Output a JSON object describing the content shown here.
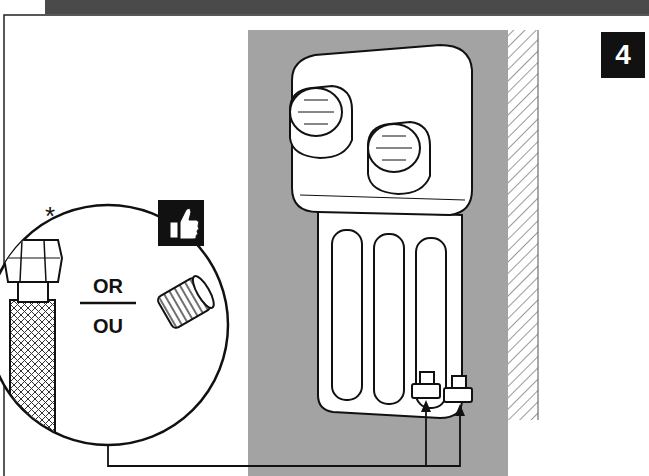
{
  "diagram": {
    "nodes": [
      {
        "text": [
          "4"
        ]
      },
      {
        "text": [
          "*",
          "OR",
          "OU"
        ]
      }
    ]
  }
}
